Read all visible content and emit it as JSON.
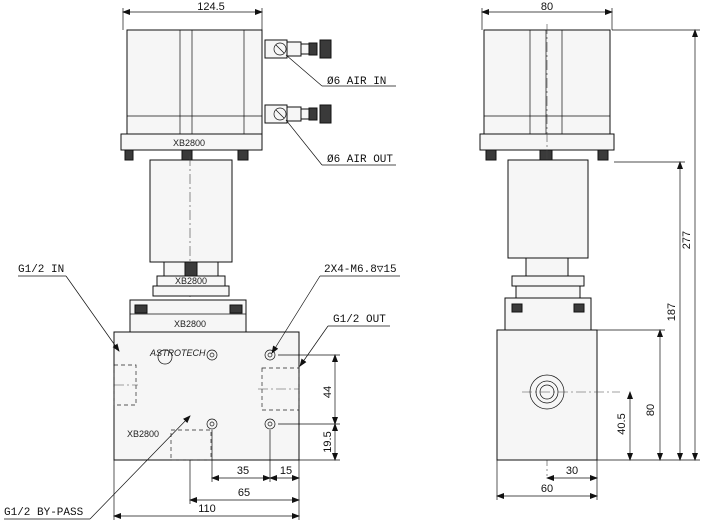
{
  "front_view": {
    "width_top": "124.5",
    "air_in": "Ø6 AIR IN",
    "air_out": "Ø6 AIR OUT",
    "model_top": "XB2800",
    "model_mid": "XB2800",
    "model_low": "XB2800",
    "logo": "ASTROTECH",
    "inlet": "G1/2 IN",
    "mount_holes": "2X4-M6.8▽15",
    "outlet": "G1/2 OUT",
    "bypass": "G1/2 BY-PASS",
    "dim_44": "44",
    "dim_19_5": "19.5",
    "dim_35": "35",
    "dim_15": "15",
    "dim_65": "65",
    "dim_110": "110"
  },
  "side_view": {
    "width_top": "80",
    "height_total": "277",
    "height_187": "187",
    "height_80": "80",
    "height_40_5": "40.5",
    "width_30": "30",
    "width_60": "60"
  }
}
